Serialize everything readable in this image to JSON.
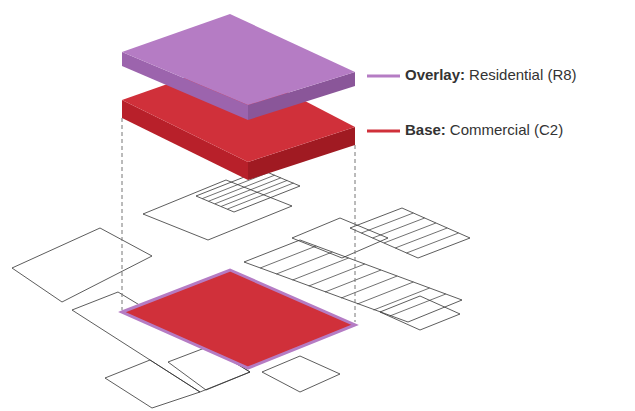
{
  "diagram": {
    "labels": [
      "Overlay:",
      "Residential (R8)",
      "Base:",
      "Commercial (C2)"
    ]
  }
}
